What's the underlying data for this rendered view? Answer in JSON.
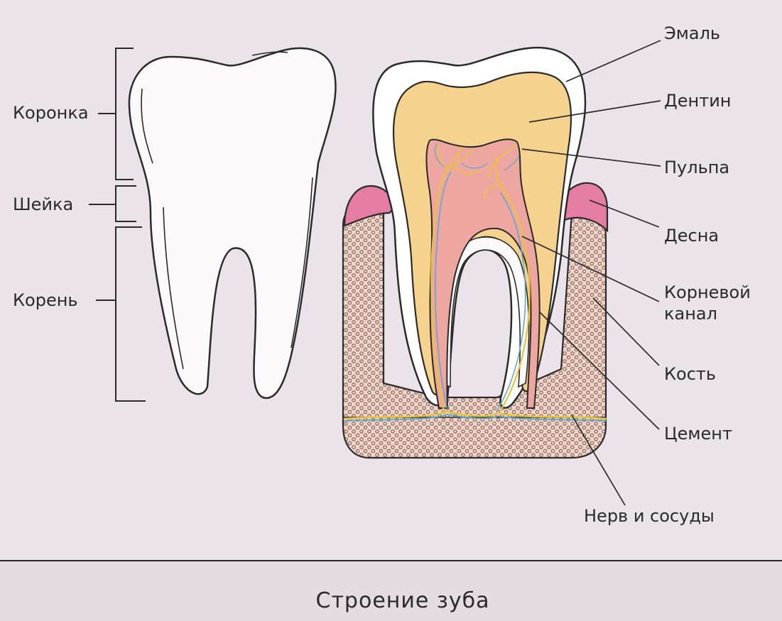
{
  "caption": "Строение зуба",
  "left_labels": {
    "crown": "Коронка",
    "neck": "Шейка",
    "root": "Корень"
  },
  "right_labels": {
    "enamel": "Эмаль",
    "dentin": "Дентин",
    "pulp": "Пульпа",
    "gum": "Десна",
    "root_canal_line1": "Корневой",
    "root_canal_line2": "канал",
    "bone": "Кость",
    "cement": "Цемент",
    "nerve": "Нерв и сосуды"
  },
  "colors": {
    "background": "#ebe3ea",
    "footer": "#e4dbe3",
    "tooth_white": "#fbf9f9",
    "enamel": "#ffffff",
    "dentin": "#f5d38e",
    "pulp": "#eda6a0",
    "gum": "#e57ca1",
    "bone": "#f5d3c6",
    "nerve_yellow": "#e9c43a",
    "vessel_blue": "#5aa8c9",
    "line": "#2a2a2a"
  }
}
